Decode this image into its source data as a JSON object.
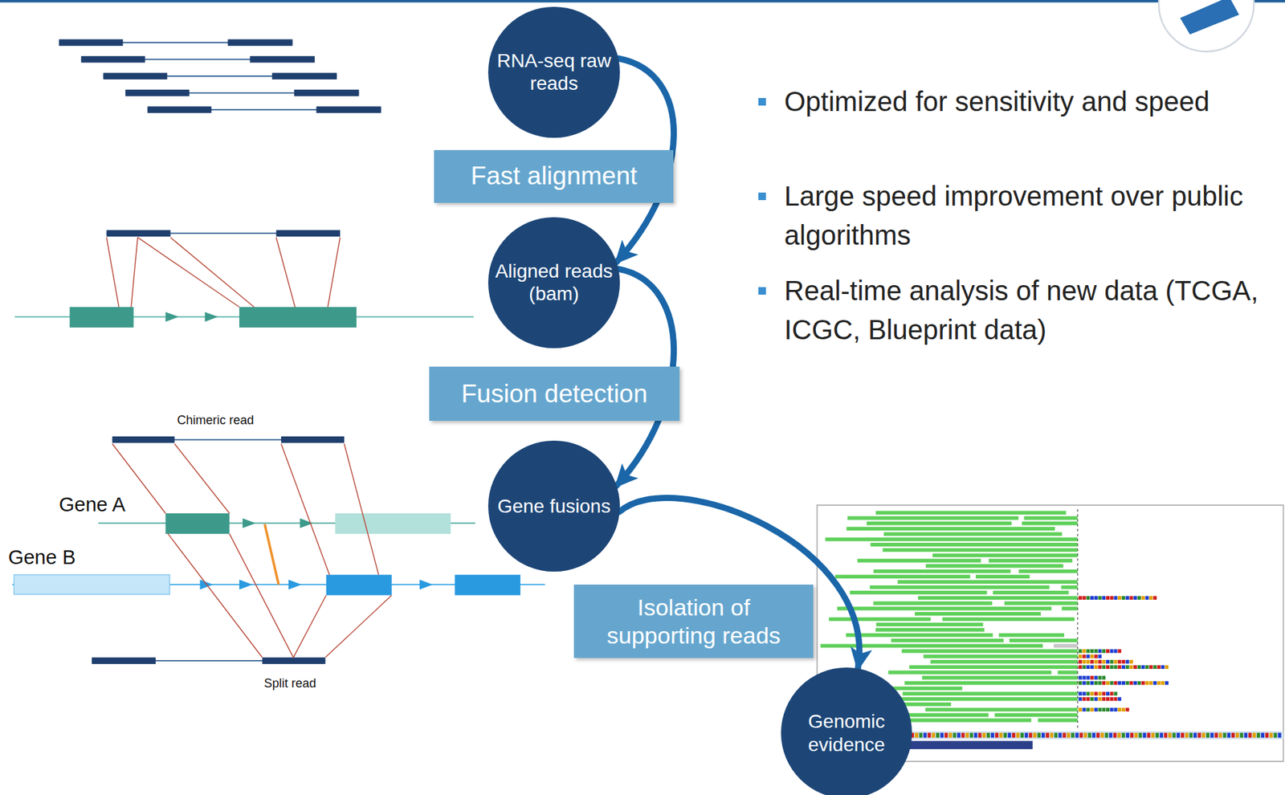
{
  "diagram": {
    "nodes": [
      {
        "text": [
          "RNA-seq raw reads"
        ]
      },
      {
        "text": [
          "Fast alignment"
        ]
      },
      {
        "text": [
          "Aligned reads (bam)"
        ]
      },
      {
        "text": [
          "Fusion detection"
        ]
      },
      {
        "text": [
          "Gene fusions"
        ]
      },
      {
        "text": [
          "Isolation of supporting reads"
        ]
      },
      {
        "text": [
          "Genomic evidence"
        ]
      }
    ],
    "edges": [
      {
        "from": 0,
        "to": 2,
        "arrow": "to"
      },
      {
        "from": 2,
        "to": 4,
        "arrow": "to"
      },
      {
        "from": 4,
        "to": 6,
        "arrow": "to"
      }
    ],
    "labels": [
      "Optimized for sensitivity and speed",
      "Large speed improvement over public algorithms",
      "Real-time analysis of new data (TCGA, ICGC, Blueprint data)",
      "Chimeric read",
      "Gene A",
      "Gene B",
      "Split read"
    ]
  }
}
